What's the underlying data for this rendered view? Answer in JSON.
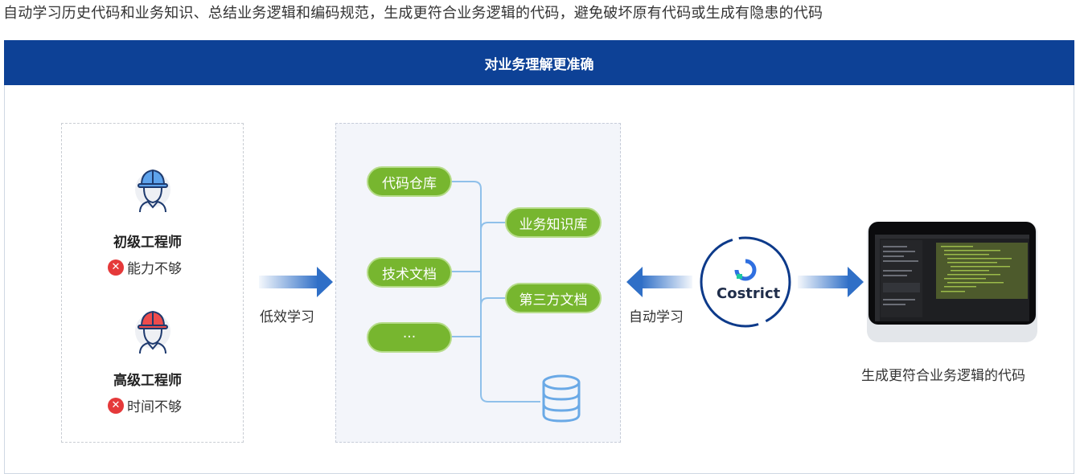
{
  "caption": "自动学习历史代码和业务知识、总结业务逻辑和编码规范，生成更符合业务逻辑的代码，避免破坏原有代码或生成有隐患的代码",
  "banner_title": "对业务理解更准确",
  "engineers": [
    {
      "title": "初级工程师",
      "note": "能力不够",
      "helmet_color": "#4a90e2"
    },
    {
      "title": "高级工程师",
      "note": "时间不够",
      "helmet_color": "#e84b4b"
    }
  ],
  "left_arrow_label": "低效学习",
  "knowledge_items": [
    "代码仓库",
    "业务知识库",
    "技术文档",
    "第三方文档",
    "···"
  ],
  "right_arrow_label": "自动学习",
  "logo_text": "Costrict",
  "output_caption": "生成更符合业务逻辑的代码",
  "colors": {
    "banner": "#0d4196",
    "pill": "#77b62f",
    "arrow": "#2f6fc7",
    "cross": "#e5393a"
  }
}
